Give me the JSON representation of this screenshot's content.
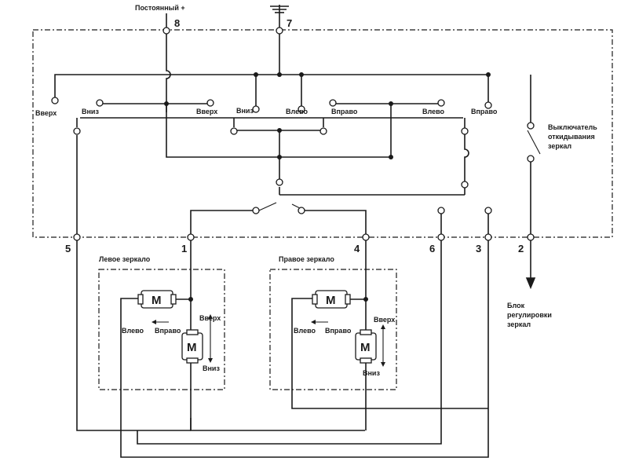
{
  "supply": {
    "plus_label": "Постоянный +",
    "plus_pin": "8",
    "ground_pin": "7"
  },
  "pins": {
    "p5": "5",
    "p1": "1",
    "p4": "4",
    "p6": "6",
    "p3": "3",
    "p2": "2"
  },
  "switch_labels": {
    "up_left": "Вверх",
    "down_left": "Вниз",
    "up_mid": "Вверх",
    "down_mid": "Вниз",
    "left_mid": "Влево",
    "right_mid": "Вправо",
    "left_right": "Влево",
    "right_right": "Вправо"
  },
  "fold_switch": {
    "line1": "Выключатель",
    "line2": "откидывания",
    "line3": "зеркал"
  },
  "mirror_unit": {
    "line1": "Блок",
    "line2": "регулировки",
    "line3": "зеркал"
  },
  "left_mirror": {
    "title": "Левое зеркало",
    "left": "Влево",
    "right": "Вправо",
    "up": "Вверх",
    "down": "Вниз",
    "motor1": "M",
    "motor2": "M"
  },
  "right_mirror": {
    "title": "Правое зеркало",
    "left": "Влево",
    "right": "Вправо",
    "up": "Вверх",
    "down": "Вниз",
    "motor1": "M",
    "motor2": "M"
  }
}
